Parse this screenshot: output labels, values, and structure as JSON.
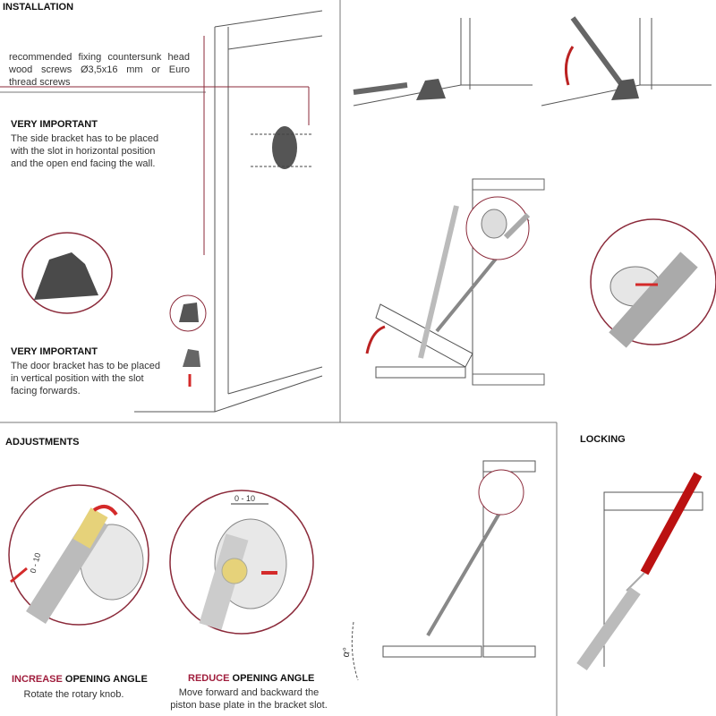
{
  "installation": {
    "title": "INSTALLATION",
    "screws_note": "recommended fixing countersunk head wood screws Ø3,5x16 mm or Euro thread screws",
    "side_heading": "VERY IMPORTANT",
    "side_text": "The side bracket has to be placed with the slot in horizontal position and the open end facing the wall.",
    "door_heading": "VERY IMPORTANT",
    "door_text": "The door bracket has to be placed in vertical position with the slot facing forwards."
  },
  "adjustments": {
    "title": "ADJUSTMENTS",
    "increase": {
      "accent": "INCREASE",
      "rest": " OPENING ANGLE",
      "text": "Rotate the rotary knob.",
      "scale": "0 - 10"
    },
    "reduce": {
      "accent": "REDUCE",
      "rest": " OPENING ANGLE",
      "text": "Move forward and backward the piston base plate in the bracket slot.",
      "scale": "0 - 10"
    },
    "angle_label": "α°"
  },
  "locking": {
    "title": "LOCKING"
  },
  "colors": {
    "accent": "#a01d3c",
    "arrow": "#d42a2a"
  }
}
